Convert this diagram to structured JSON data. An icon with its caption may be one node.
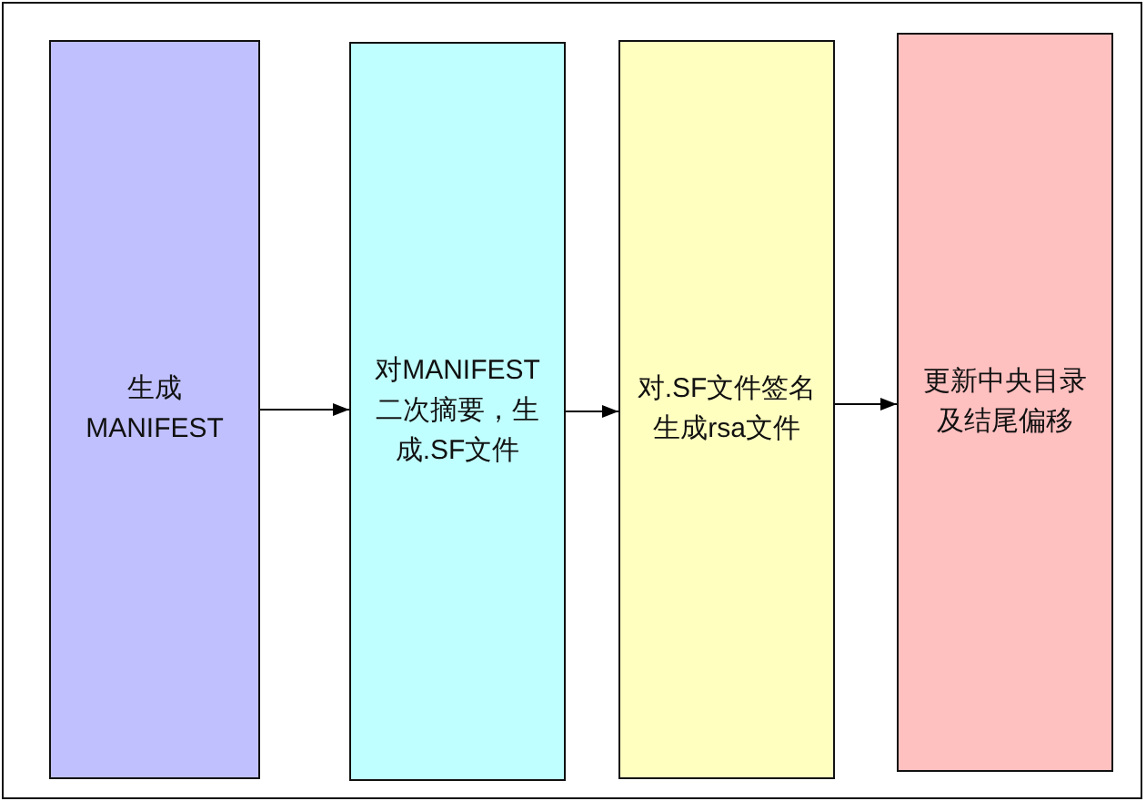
{
  "diagram": {
    "nodes": [
      {
        "text": [
          "生成MANIFEST"
        ]
      },
      {
        "text": [
          "对MANIFEST二次摘要，生成.SF文件"
        ]
      },
      {
        "text": [
          "对.SF文件签名生成rsa文件"
        ]
      },
      {
        "text": [
          "更新中央目录及结尾偏移"
        ]
      }
    ],
    "edges": [
      {
        "from": 0,
        "to": 1,
        "arrow": "to"
      },
      {
        "from": 1,
        "to": 2,
        "arrow": "to"
      },
      {
        "from": 2,
        "to": 3,
        "arrow": "to"
      }
    ]
  }
}
